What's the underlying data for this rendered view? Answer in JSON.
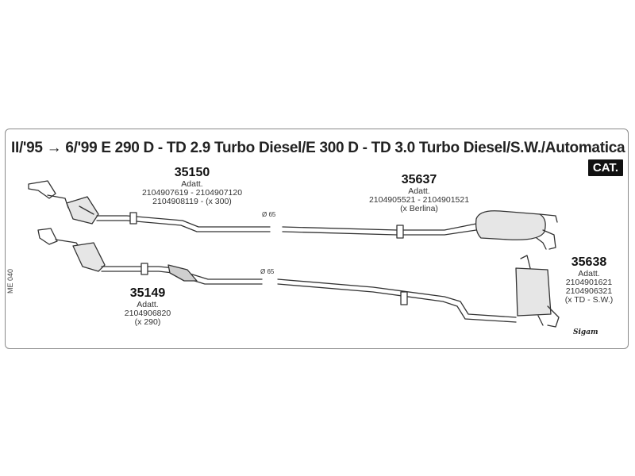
{
  "header": {
    "title": "II/'95 → 6/'99  E 290 D - TD 2.9 Turbo Diesel/E 300 D - TD 3.0 Turbo Diesel/S.W./Automatica",
    "badge": "CAT."
  },
  "side_code": "ME 040",
  "logo_text": "Sigam",
  "diameter_labels": [
    "Ø 65",
    "Ø 65"
  ],
  "parts": [
    {
      "number": "35150",
      "lines": [
        "Adatt.",
        "2104907619 - 2104907120",
        "2104908119 - (x 300)"
      ]
    },
    {
      "number": "35637",
      "lines": [
        "Adatt.",
        "2104905521 - 2104901521",
        "(x Berlina)"
      ]
    },
    {
      "number": "35149",
      "lines": [
        "Adatt.",
        "2104906820",
        "(x 290)"
      ]
    },
    {
      "number": "35638",
      "lines": [
        "Adatt.",
        "2104901621",
        "2104906321",
        "(x TD - S.W.)"
      ]
    }
  ]
}
